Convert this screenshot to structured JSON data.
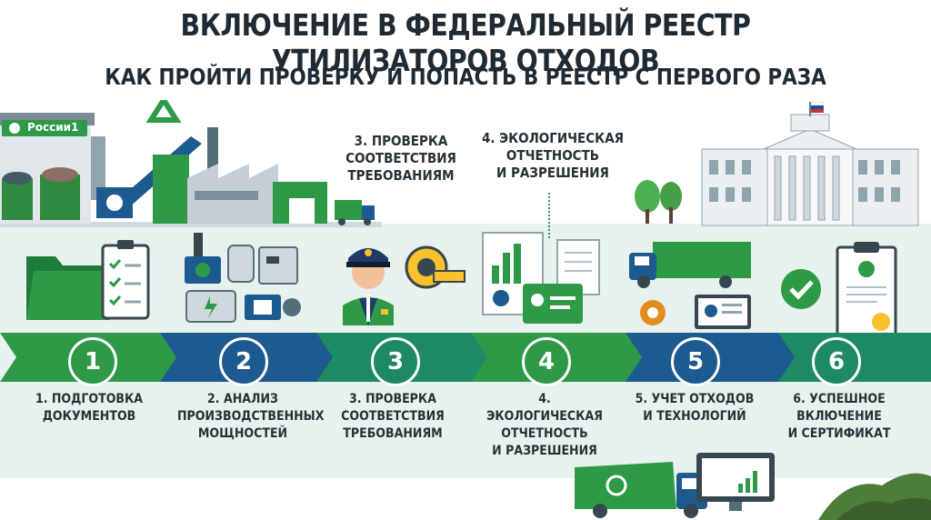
{
  "header": {
    "title": "ВКЛЮЧЕНИЕ В ФЕДЕРАЛЬНЫЙ РЕЕСТР УТИЛИЗАТОРОВ ОТХОДОВ",
    "subtitle": "КАК ПРОЙТИ ПРОВЕРКУ И ПОПАСТЬ В РЕЕСТР С ПЕРВОГО РАЗА"
  },
  "scene": {
    "container_sign": "России1",
    "top_labels": [
      "3. ПРОВЕРКА\nСООТВЕТСТВИЯ\nТРЕБОВАНИЯМ",
      "4. ЭКОЛОГИЧЕСКАЯ\nОТЧЕТНОСТЬ\nИ РАЗРЕШЕНИЯ"
    ]
  },
  "steps": [
    {
      "number": "1",
      "label": "1. ПОДГОТОВКА\nДОКУМЕНТОВ",
      "color": "#2e9a48",
      "icon": "documents-folder-icon"
    },
    {
      "number": "2",
      "label": "2. АНАЛИЗ\nПРОИЗВОДСТВЕННЫХ\nМОЩНОСТЕЙ",
      "color": "#1d5a8f",
      "icon": "machinery-icon"
    },
    {
      "number": "3",
      "label": "3. ПРОВЕРКА\nСООТВЕТСТВИЯ\nТРЕБОВАНИЯМ",
      "color": "#1e8a63",
      "icon": "inspector-icon"
    },
    {
      "number": "4",
      "label": "4. ЭКОЛОГИЧЕСКАЯ\nОТЧЕТНОСТЬ\nИ РАЗРЕШЕНИЯ",
      "color": "#2e9a48",
      "icon": "reports-icon"
    },
    {
      "number": "5",
      "label": "5. УЧЕТ ОТХОДОВ\nИ ТЕХНОЛОГИЙ",
      "color": "#1d5a8f",
      "icon": "truck-monitor-icon"
    },
    {
      "number": "6",
      "label": "6. УСПЕШНОЕ\nВКЛЮЧЕНИЕ\nИ СЕРТИФИКАТ",
      "color": "#1e8a63",
      "icon": "certificate-icon"
    }
  ],
  "colors": {
    "green": "#2e9a48",
    "blue": "#1d5a8f",
    "teal": "#1e8a63",
    "text": "#263238",
    "band": "#e7f1ee"
  }
}
